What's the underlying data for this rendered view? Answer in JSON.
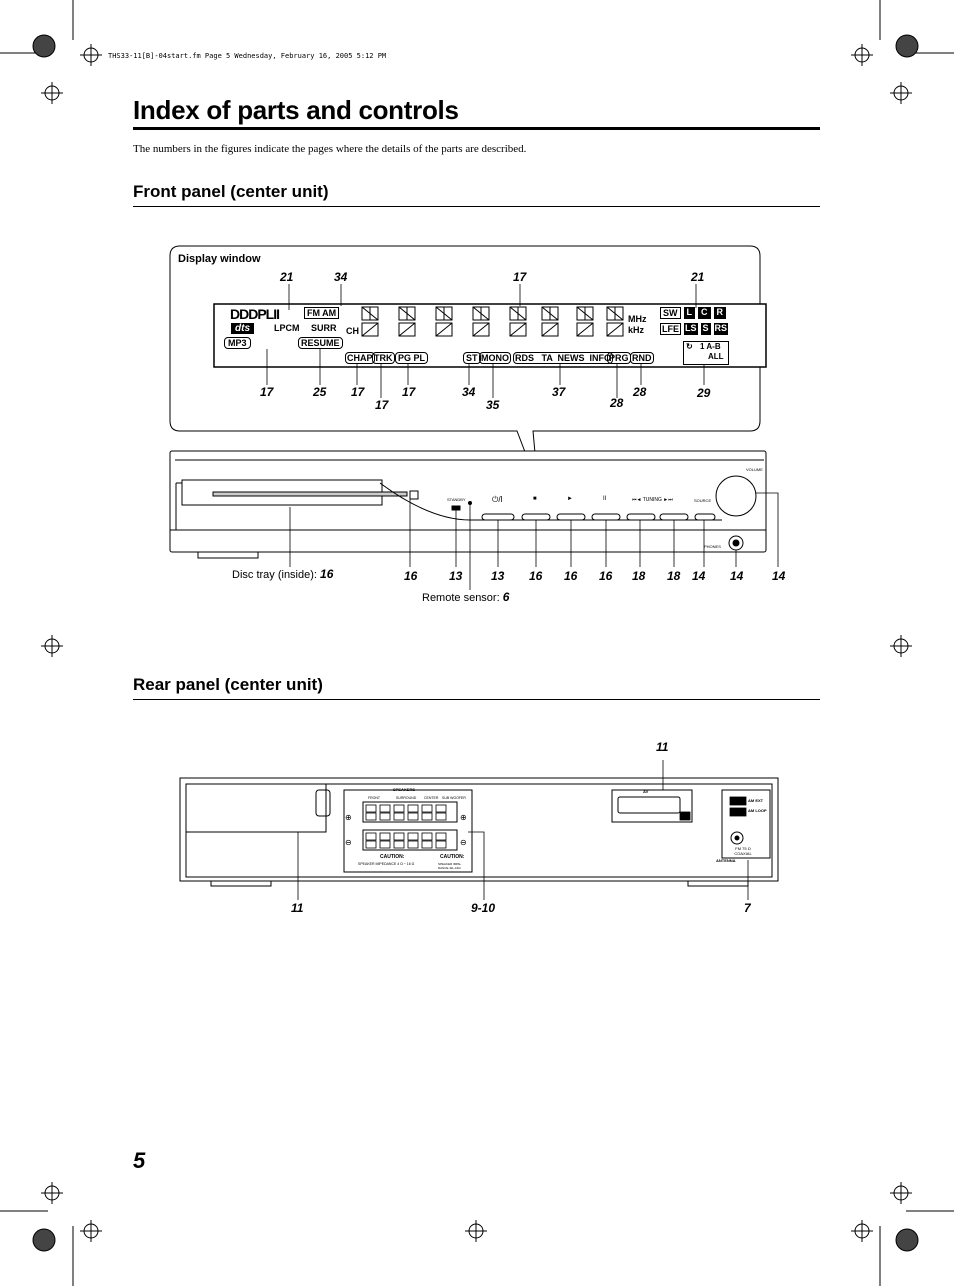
{
  "header": {
    "file_info": "THS33-11[B]-04start.fm  Page 5  Wednesday, February 16, 2005  5:12 PM"
  },
  "page": {
    "title": "Index of parts and controls",
    "intro": "The numbers in the figures indicate the pages where the details of the parts are described.",
    "page_number": "5"
  },
  "front_panel": {
    "heading": "Front panel (center unit)",
    "display_window_label": "Display window",
    "display_top_callouts": [
      "21",
      "34",
      "17",
      "21"
    ],
    "display_bottom_callouts": [
      "17",
      "25",
      "17",
      "17",
      "17",
      "34",
      "35",
      "37",
      "28",
      "28",
      "29"
    ],
    "display_indicators": {
      "dolby": "DDDPLII",
      "dts": "dts",
      "fm_am": "FM AM",
      "lpcm": "LPCM",
      "surr": "SURR",
      "ch": "CH",
      "mhz": "MHz",
      "khz": "kHz",
      "speakers_top": [
        "SW",
        "L",
        "C",
        "R"
      ],
      "speakers_bottom": [
        "LFE",
        "LS",
        "S",
        "RS"
      ],
      "repeat_1": "1 A-B",
      "repeat_all": "ALL",
      "mp3": "MP3",
      "resume": "RESUME",
      "chap": "CHAP",
      "trk": "TRK",
      "pg_pl": "PG PL",
      "st": "ST",
      "mono": "MONO",
      "rds_group": "RDS   TA  NEWS  INFO",
      "prg": "PRG",
      "rnd": "RND"
    },
    "unit_labels": {
      "standby": "STANDBY",
      "power": "⏻/I",
      "stop": "■",
      "play": "►",
      "pause": "II",
      "tuning": "⏮◄ TUNING ►⏭",
      "source": "SOURCE",
      "volume": "VOLUME",
      "phones": "PHONES"
    },
    "disc_tray_label": "Disc tray (inside): ",
    "disc_tray_page": "16",
    "remote_sensor_label": "Remote sensor: ",
    "remote_sensor_page": "6",
    "unit_callouts": [
      "16",
      "13",
      "13",
      "16",
      "16",
      "16",
      "18",
      "18",
      "14",
      "14",
      "14"
    ]
  },
  "rear_panel": {
    "heading": "Rear panel (center unit)",
    "top_callout": "11",
    "bottom_callouts": [
      "11",
      "9-10",
      "7"
    ],
    "labels": {
      "speakers": "SPEAKERS",
      "front": "FRONT",
      "surround": "SURROUND",
      "center": "CENTER",
      "subwoofer": "SUB WOOFER",
      "caution": "CAUTION:",
      "impedance_a": "SPEAKER IMPEDANCE 4 Ω ~ 16 Ω",
      "caution2": "CAUTION:",
      "impedance_b": "SPEAKER IMPE-DANCE 4Ω~16Ω",
      "av": "AV",
      "am_ext": "AM EXT",
      "am_loop": "AM LOOP",
      "fm": "FM 75 Ω COAXIAL",
      "antenna": "ANTENNA"
    }
  }
}
